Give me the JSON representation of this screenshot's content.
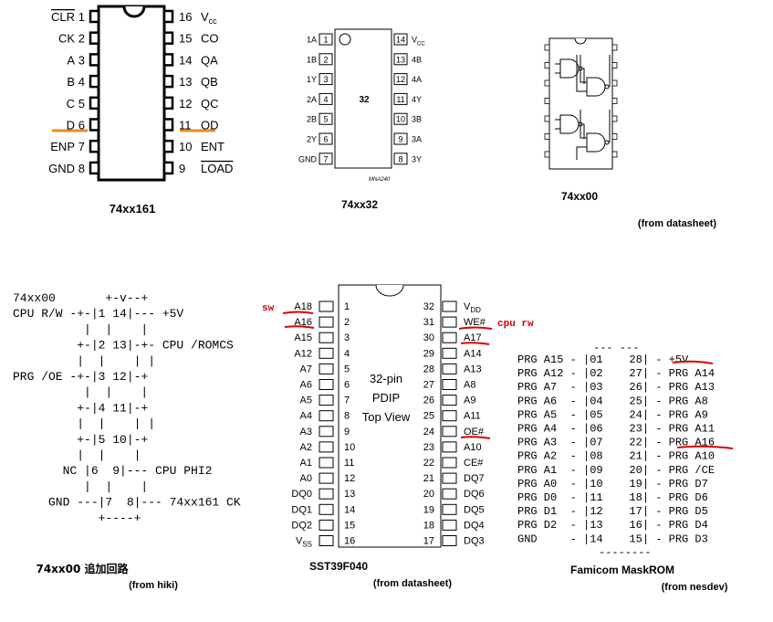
{
  "chip161": {
    "caption": "74xx161",
    "left_pins": [
      {
        "num": "1",
        "name": "CLR",
        "overline": true
      },
      {
        "num": "2",
        "name": "CK"
      },
      {
        "num": "3",
        "name": "A"
      },
      {
        "num": "4",
        "name": "B"
      },
      {
        "num": "5",
        "name": "C"
      },
      {
        "num": "6",
        "name": "D"
      },
      {
        "num": "7",
        "name": "ENP"
      },
      {
        "num": "8",
        "name": "GND"
      }
    ],
    "right_pins": [
      {
        "num": "16",
        "name": "V",
        "sub": "cc"
      },
      {
        "num": "15",
        "name": "CO"
      },
      {
        "num": "14",
        "name": "QA"
      },
      {
        "num": "13",
        "name": "QB"
      },
      {
        "num": "12",
        "name": "QC"
      },
      {
        "num": "11",
        "name": "QD"
      },
      {
        "num": "10",
        "name": "ENT"
      },
      {
        "num": "9",
        "name": "LOAD",
        "overline": true
      }
    ]
  },
  "chip32": {
    "caption": "74xx32",
    "center_label": "32",
    "part_code": "MNA240",
    "left_pins": [
      {
        "num": "1",
        "name": "1A"
      },
      {
        "num": "2",
        "name": "1B"
      },
      {
        "num": "3",
        "name": "1Y"
      },
      {
        "num": "4",
        "name": "2A"
      },
      {
        "num": "5",
        "name": "2B"
      },
      {
        "num": "6",
        "name": "2Y"
      },
      {
        "num": "7",
        "name": "GND"
      }
    ],
    "right_pins": [
      {
        "num": "14",
        "name": "V",
        "sub": "CC"
      },
      {
        "num": "13",
        "name": "4B"
      },
      {
        "num": "12",
        "name": "4A"
      },
      {
        "num": "11",
        "name": "4Y"
      },
      {
        "num": "10",
        "name": "3B"
      },
      {
        "num": "9",
        "name": "3A"
      },
      {
        "num": "8",
        "name": "3Y"
      }
    ]
  },
  "chip00": {
    "caption": "74xx00",
    "source": "(from datasheet)"
  },
  "ascii74xx00": {
    "lines": [
      "74xx00       +-v--+",
      "CPU R/W -+-|1 14|--- +5V",
      "          |  |    |",
      "         +-|2 13|-+- CPU /ROMCS",
      "         |  |    | |",
      "PRG /OE -+-|3 12|-+",
      "          |  |    |",
      "         +-|4 11|-+",
      "         |  |    | |",
      "         +-|5 10|-+",
      "         |  |    |",
      "       NC |6  9|--- CPU PHI2",
      "          |  |    |",
      "     GND ---|7  8|--- 74xx161 CK",
      "            +----+"
    ],
    "caption": "74xx00 追加回路",
    "source": "(from hiki)"
  },
  "sst": {
    "center_lines": [
      "32-pin",
      "PDIP",
      "Top View"
    ],
    "caption": "SST39F040",
    "source": "(from datasheet)",
    "left_pins": [
      {
        "num": "1",
        "name": "A18"
      },
      {
        "num": "2",
        "name": "A16"
      },
      {
        "num": "3",
        "name": "A15"
      },
      {
        "num": "4",
        "name": "A12"
      },
      {
        "num": "5",
        "name": "A7"
      },
      {
        "num": "6",
        "name": "A6"
      },
      {
        "num": "7",
        "name": "A5"
      },
      {
        "num": "8",
        "name": "A4"
      },
      {
        "num": "9",
        "name": "A3"
      },
      {
        "num": "10",
        "name": "A2"
      },
      {
        "num": "11",
        "name": "A1"
      },
      {
        "num": "12",
        "name": "A0"
      },
      {
        "num": "13",
        "name": "DQ0"
      },
      {
        "num": "14",
        "name": "DQ1"
      },
      {
        "num": "15",
        "name": "DQ2"
      },
      {
        "num": "16",
        "name": "V",
        "sub": "SS"
      }
    ],
    "right_pins": [
      {
        "num": "32",
        "name": "V",
        "sub": "DD"
      },
      {
        "num": "31",
        "name": "WE#"
      },
      {
        "num": "30",
        "name": "A17"
      },
      {
        "num": "29",
        "name": "A14"
      },
      {
        "num": "28",
        "name": "A13"
      },
      {
        "num": "27",
        "name": "A8"
      },
      {
        "num": "26",
        "name": "A9"
      },
      {
        "num": "25",
        "name": "A11"
      },
      {
        "num": "24",
        "name": "OE#"
      },
      {
        "num": "23",
        "name": "A10"
      },
      {
        "num": "22",
        "name": "CE#"
      },
      {
        "num": "21",
        "name": "DQ7"
      },
      {
        "num": "20",
        "name": "DQ6"
      },
      {
        "num": "19",
        "name": "DQ5"
      },
      {
        "num": "18",
        "name": "DQ4"
      },
      {
        "num": "17",
        "name": "DQ3"
      }
    ],
    "annotations": {
      "sw": "sw",
      "cpu_rw": "cpu rw"
    }
  },
  "maskrom": {
    "top_bar": "--- ---",
    "lines": [
      "PRG A15 - |01    28| - +5V",
      "PRG A12 - |02    27| - PRG A14",
      "PRG A7  - |03    26| - PRG A13",
      "PRG A6  - |04    25| - PRG A8",
      "PRG A5  - |05    24| - PRG A9",
      "PRG A4  - |06    23| - PRG A11",
      "PRG A3  - |07    22| - PRG A16",
      "PRG A2  - |08    21| - PRG A10",
      "PRG A1  - |09    20| - PRG /CE",
      "PRG A0  - |10    19| - PRG D7",
      "PRG D0  - |11    18| - PRG D6",
      "PRG D1  - |12    17| - PRG D5",
      "PRG D2  - |13    16| - PRG D4",
      "GND     - |14    15| - PRG D3"
    ],
    "bottom_bar": "--------",
    "caption": "Famicom MaskROM",
    "source": "(from nesdev)"
  },
  "colors": {
    "orange": "#f08a24",
    "red": "#dd0000"
  }
}
